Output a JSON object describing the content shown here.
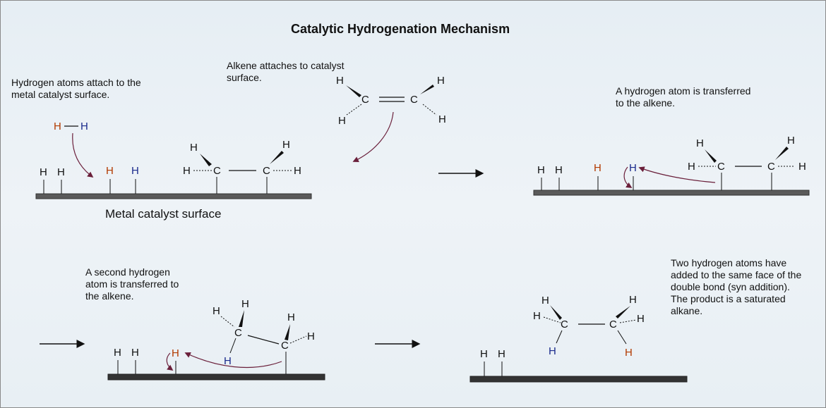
{
  "title": "Catalytic Hydrogenation Mechanism",
  "surface_caption": "Metal catalyst surface",
  "notes": {
    "step1": [
      "Hydrogen atoms attach to the",
      "metal catalyst surface."
    ],
    "step2": [
      "Alkene attaches to catalyst",
      "surface."
    ],
    "step3": [
      "A hydrogen atom is transferred",
      "to the alkene."
    ],
    "step4": [
      "A second hydrogen",
      "atom is transferred to",
      "the alkene."
    ],
    "step5": [
      "Two hydrogen atoms have",
      "added to the same face of the",
      "double bond (syn addition).",
      "The product is a saturated",
      "alkane."
    ]
  },
  "atoms": {
    "hydrogen": "H",
    "carbon": "C"
  },
  "colors": {
    "surface": "#5a5a5a",
    "arrow": "#6a1f3a",
    "hydrogen_red": "#b23a00",
    "hydrogen_blue": "#1a2a8c"
  }
}
